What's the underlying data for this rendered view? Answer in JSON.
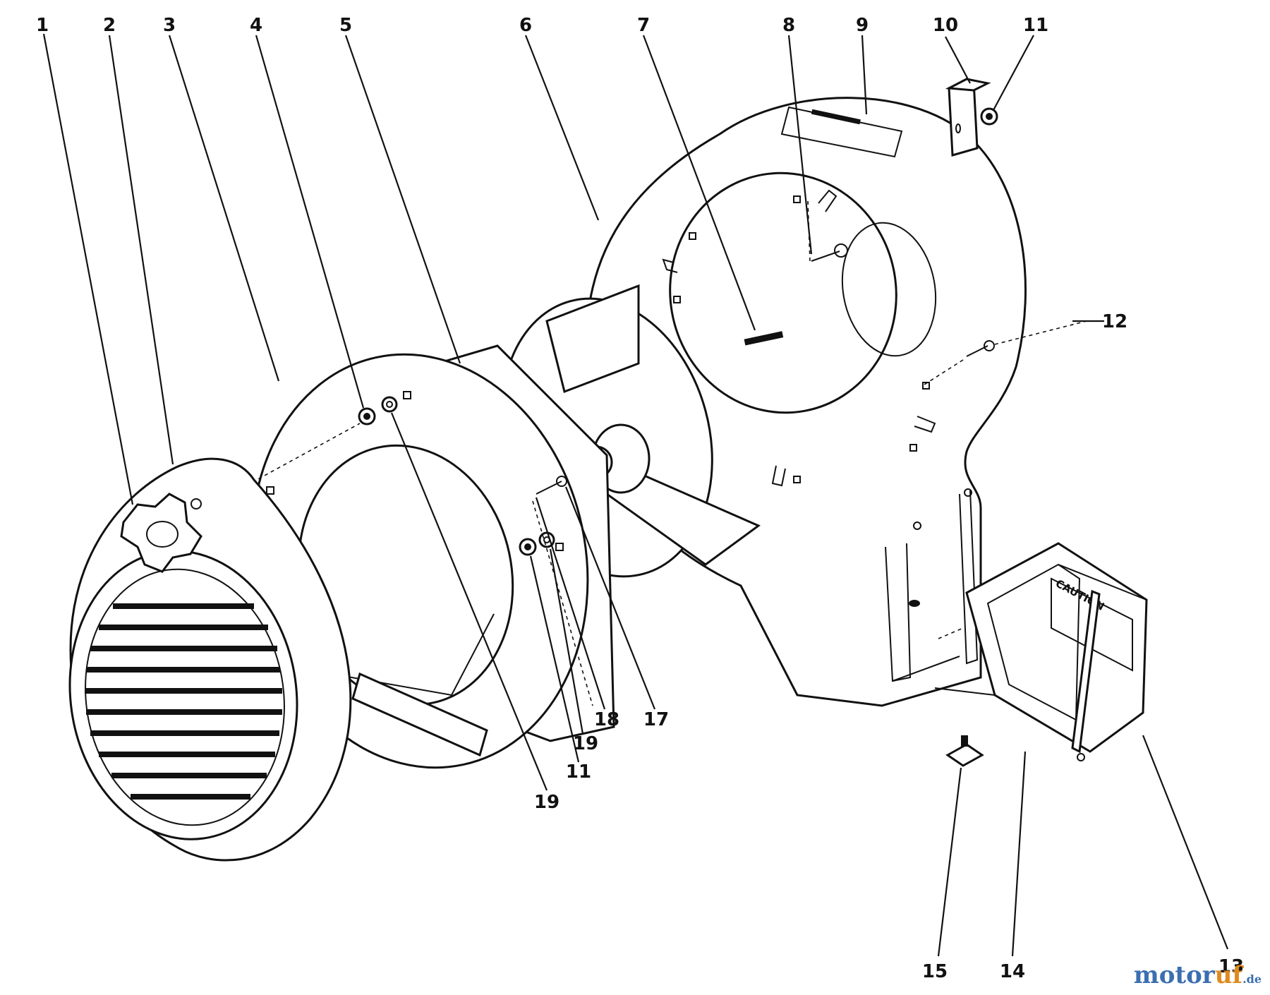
{
  "diagram": {
    "callouts": [
      {
        "id": "1",
        "text": "1"
      },
      {
        "id": "2",
        "text": "2"
      },
      {
        "id": "3",
        "text": "3"
      },
      {
        "id": "4",
        "text": "4"
      },
      {
        "id": "5",
        "text": "5"
      },
      {
        "id": "6",
        "text": "6"
      },
      {
        "id": "7",
        "text": "7"
      },
      {
        "id": "8",
        "text": "8"
      },
      {
        "id": "9",
        "text": "9"
      },
      {
        "id": "10",
        "text": "10"
      },
      {
        "id": "11a",
        "text": "11"
      },
      {
        "id": "12",
        "text": "12"
      },
      {
        "id": "13",
        "text": "13"
      },
      {
        "id": "14",
        "text": "14"
      },
      {
        "id": "15",
        "text": "15"
      },
      {
        "id": "17",
        "text": "17"
      },
      {
        "id": "18",
        "text": "18"
      },
      {
        "id": "19a",
        "text": "19"
      },
      {
        "id": "11b",
        "text": "11"
      },
      {
        "id": "19b",
        "text": "19"
      }
    ],
    "part_labels": {
      "caution": "CAUTION"
    }
  },
  "watermark": {
    "main": "motor",
    "accent": "uf",
    "tld": ".de"
  }
}
